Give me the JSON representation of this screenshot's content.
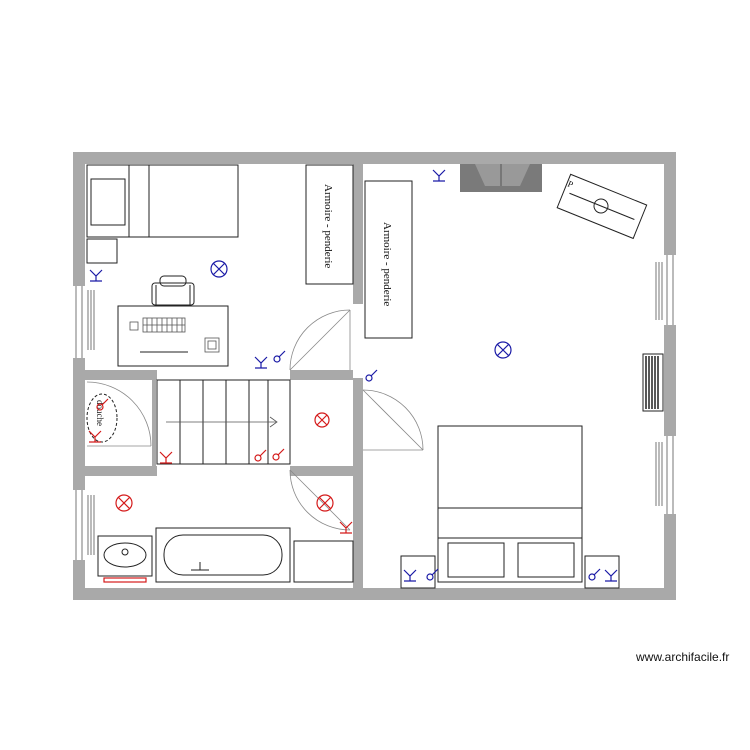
{
  "plan": {
    "wardrobe_label": "Armoire - penderie",
    "shower_label": "douche"
  },
  "watermark": "www.archifacile.fr",
  "colors": {
    "wall": "#a9a9a9",
    "switch_blue": "#1a1aa6",
    "switch_red": "#d41a1a"
  }
}
